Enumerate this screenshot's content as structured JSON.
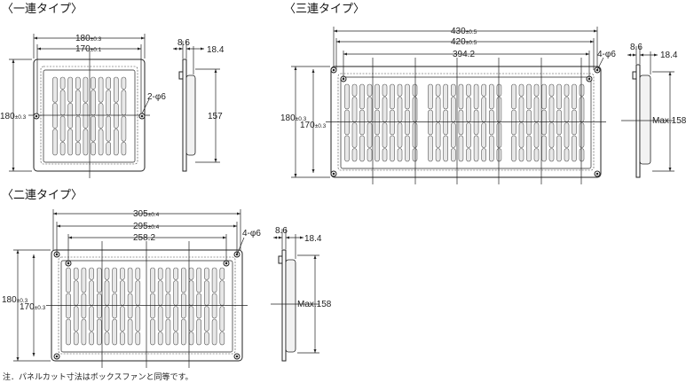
{
  "single": {
    "title": "〈一連タイプ〉",
    "width_outer": "180",
    "width_outer_tol": "±0.3",
    "width_holes": "170",
    "width_holes_tol": "±0.1",
    "height": "180",
    "height_tol": "±0.3",
    "holes": "2-φ6",
    "depth_front": "8.6",
    "depth_total": "18.4",
    "side_height": "157"
  },
  "triple": {
    "title": "〈三連タイプ〉",
    "width_outer": "430",
    "width_outer_tol": "±0.5",
    "width_holes": "420",
    "width_holes_tol": "±0.5",
    "width_inner": "394.2",
    "height_outer": "180",
    "height_outer_tol": "±0.3",
    "height_holes": "170",
    "height_holes_tol": "±0.3",
    "holes": "4-φ6",
    "depth_front": "8.6",
    "depth_total": "18.4",
    "side_height": "Max.158"
  },
  "double": {
    "title": "〈二連タイプ〉",
    "width_outer": "305",
    "width_outer_tol": "±0.4",
    "width_holes": "295",
    "width_holes_tol": "±0.4",
    "width_inner": "258.2",
    "height_outer": "180",
    "height_outer_tol": "±0.3",
    "height_holes": "170",
    "height_holes_tol": "±0.3",
    "holes": "4-φ6",
    "depth_front": "8.6",
    "depth_total": "18.4",
    "side_height": "Max.158"
  },
  "note": "注．パネルカット寸法はボックスファンと同等です。"
}
